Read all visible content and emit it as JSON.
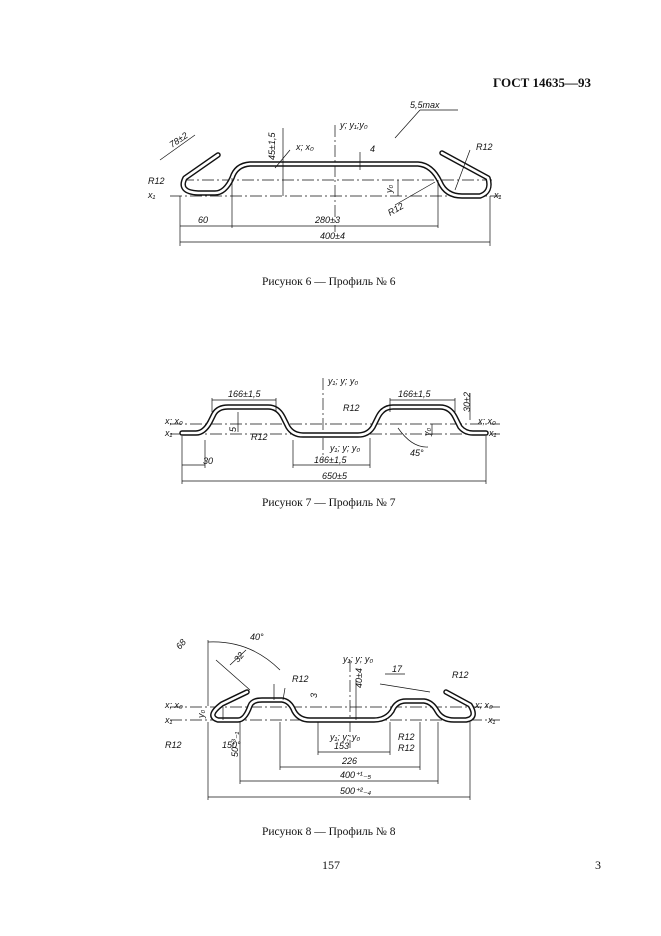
{
  "header": {
    "standard": "ГОСТ 14635—93"
  },
  "figures": [
    {
      "caption": "Рисунок 6 — Профиль № 6",
      "labels": {
        "dim78": "78±2",
        "dim45": "45±1,5",
        "x_x0": "x; x₀",
        "axis_y": "y; y₁;y₀",
        "dim55": "5,5max",
        "dim4": "4",
        "r12_right": "R12",
        "r12_left": "R12",
        "r12_bottom": "R12",
        "x1_left": "x₁",
        "x1_right": "x₁",
        "y0": "y₀",
        "dim60": "60",
        "dim280": "280±3",
        "dim400": "400±4"
      }
    },
    {
      "caption": "Рисунок 7 — Профиль № 7",
      "labels": {
        "dim166_left": "166±1,5",
        "dim166_right": "166±1,5",
        "axis_y_top": "y₁; y; y₀",
        "r12_top": "R12",
        "r12_left": "R12",
        "dim30pm2": "30±2",
        "x_x0_left": "x; x₀",
        "x_x0_right": "x; x₀",
        "x1_left": "x₁",
        "x1_right": "x₁",
        "dim5": "5",
        "y0": "y₀",
        "axis_y_bottom": "y₁; y; y₀",
        "dim30": "30",
        "dim166_mid": "166±1,5",
        "angle45": "45°",
        "dim650": "650±5"
      }
    },
    {
      "caption": "Рисунок 8 — Профиль № 8",
      "labels": {
        "dim68": "68",
        "angle40": "40°",
        "dim32": "32",
        "axis_y_top": "y₁; y; y₀",
        "dim17": "17",
        "r12_right": "R12",
        "r12_top": "R12",
        "dim40": "40±4",
        "dim3": "3",
        "x_x0_left": "x; x₀",
        "x_x0_right": "x; x₀",
        "x1_left": "x₁",
        "x1_right": "x₁",
        "y0": "y₀",
        "r12_left": "R12",
        "angle150": "150°",
        "dim50": "50⁺³₋₁",
        "axis_y_bottom": "y₁; y; y₀",
        "r12_b1": "R12",
        "r12_b2": "R12",
        "dim153": "153",
        "dim226": "226",
        "dim400": "400⁺¹₋₅",
        "dim500": "500⁺²₋₄"
      }
    }
  ],
  "footer": {
    "page_number": "157",
    "sheet_number": "3"
  }
}
